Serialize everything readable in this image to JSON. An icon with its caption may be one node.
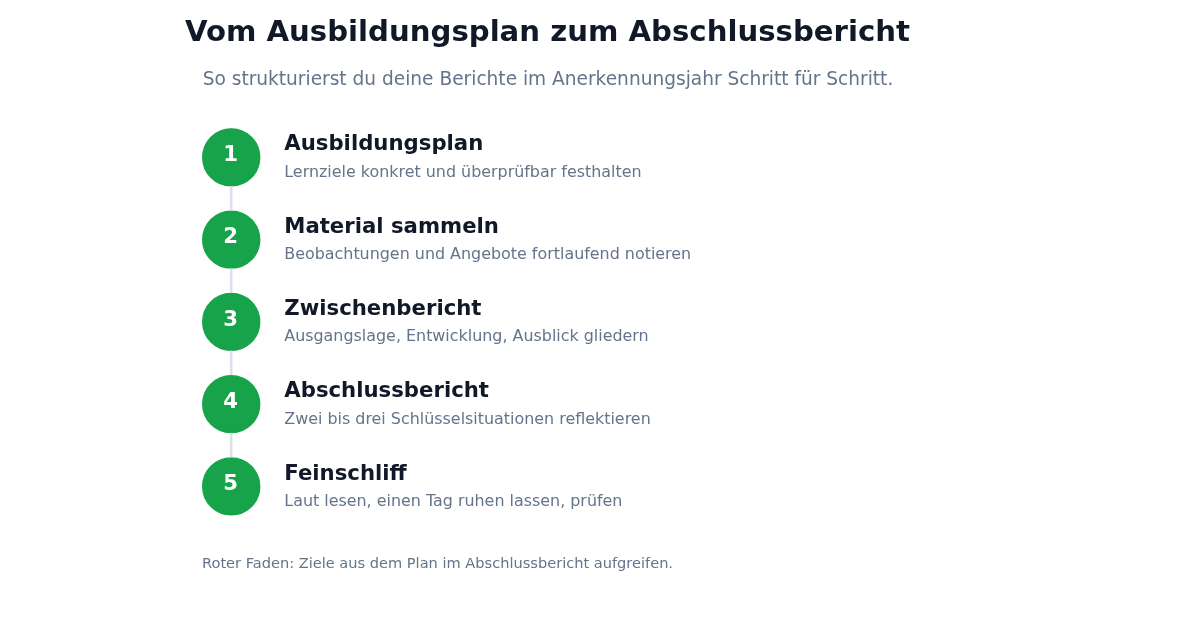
{
  "diagram": {
    "title": "Vom Ausbildungsplan zum Abschlussbericht",
    "nodes": [
      {
        "text": [
          "1"
        ],
        "beside": [
          "Ausbildungsplan",
          "Lernziele konkret und überprüfbar festhalten"
        ]
      },
      {
        "text": [
          "2"
        ],
        "beside": [
          "Material sammeln",
          "Beobachtungen und Angebote fortlaufend notieren"
        ]
      },
      {
        "text": [
          "3"
        ],
        "beside": [
          "Zwischenbericht",
          "Ausgangslage, Entwicklung, Ausblick gliedern"
        ]
      },
      {
        "text": [
          "4"
        ],
        "beside": [
          "Abschlussbericht",
          "Zwei bis drei Schlüsselsituationen reflektieren"
        ]
      },
      {
        "text": [
          "5"
        ],
        "beside": [
          "Feinschliff",
          "Laut lesen, einen Tag ruhen lassen, prüfen"
        ]
      }
    ],
    "edges": [
      {
        "from": 0,
        "to": 1,
        "arrow": "none"
      },
      {
        "from": 1,
        "to": 2,
        "arrow": "none"
      },
      {
        "from": 2,
        "to": 3,
        "arrow": "none"
      },
      {
        "from": 3,
        "to": 4,
        "arrow": "none"
      }
    ],
    "labels": [
      "So strukturierst du deine Berichte im Anerkennungsjahr Schritt für Schritt.",
      "Roter Faden: Ziele aus dem Plan im Abschlussbericht aufgreifen."
    ]
  }
}
